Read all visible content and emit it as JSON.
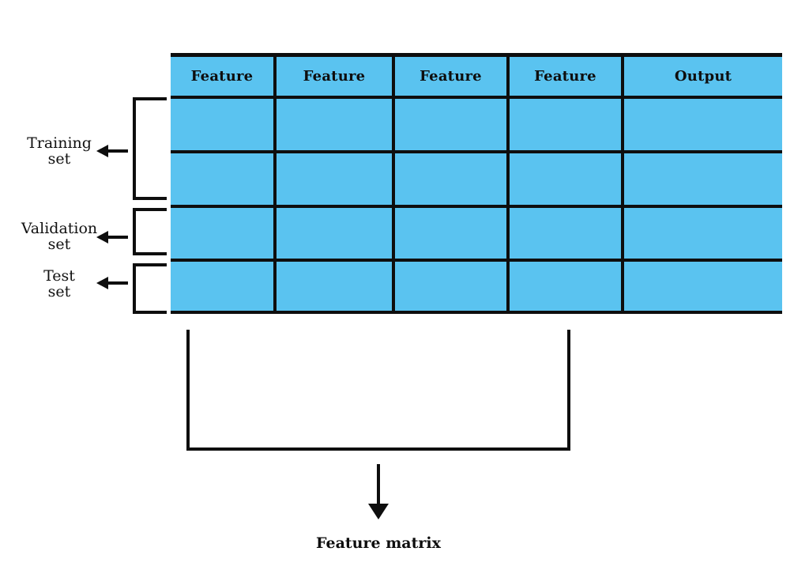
{
  "table": {
    "headers": [
      "Feature",
      "Feature",
      "Feature",
      "Feature",
      "Output"
    ],
    "num_body_rows": 4,
    "cell_color": "#5ac3f0",
    "line_color": "#0e0e0e"
  },
  "row_groups": [
    {
      "name": "training",
      "lines": [
        "Training",
        "set"
      ]
    },
    {
      "name": "validation",
      "lines": [
        "Validation",
        "set"
      ]
    },
    {
      "name": "test",
      "lines": [
        "Test",
        "set"
      ]
    }
  ],
  "caption": "Feature matrix"
}
